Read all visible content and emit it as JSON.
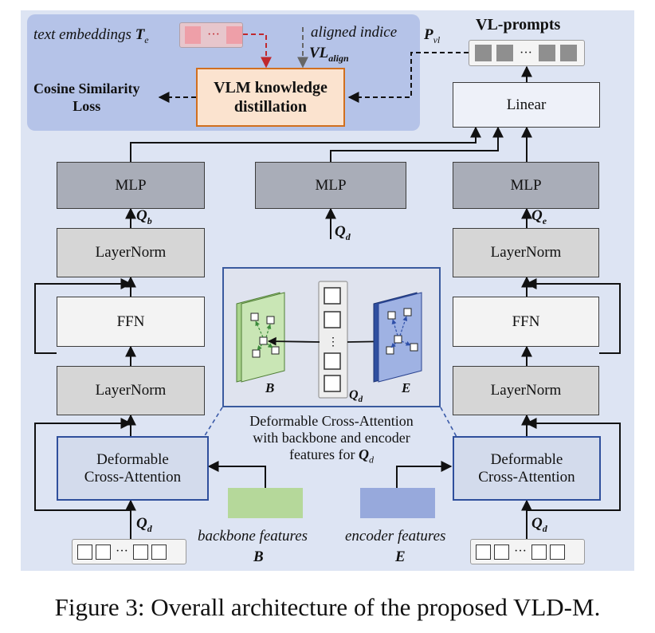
{
  "caption": "Figure 3: Overall architecture of the proposed VLD-M.",
  "top": {
    "text_embeddings_label": "text embeddings ",
    "text_embeddings_symbol": "T",
    "text_embeddings_sub": "e",
    "aligned_indice_label": "aligned indice",
    "vl_align_symbol": "VL",
    "vl_align_sub": "align",
    "p_vl_symbol": "P",
    "p_vl_sub": "vl",
    "vl_prompts_label": "VL-prompts",
    "vlm_box": [
      "VLM knowledge",
      "distillation"
    ],
    "cosine_loss": [
      "Cosine Similarity",
      "Loss"
    ],
    "linear_label": "Linear",
    "ellipsis": "···"
  },
  "left": {
    "mlp": "MLP",
    "q_out": "Q",
    "q_out_sub": "b",
    "layernorm_top": "LayerNorm",
    "ffn": "FFN",
    "layernorm_bottom": "LayerNorm",
    "dca": [
      "Deformable",
      "Cross-Attention"
    ],
    "q_in": "Q",
    "q_in_sub": "d",
    "ellipsis": "···"
  },
  "middle": {
    "mlp": "MLP",
    "q_in": "Q",
    "q_in_sub": "d",
    "inset_B": "B",
    "inset_E": "E",
    "inset_q": "Q",
    "inset_q_sub": "d",
    "inset_caption": [
      "Deformable Cross-Attention",
      "with backbone and encoder",
      "features for "
    ],
    "inset_caption_q": "Q",
    "inset_caption_q_sub": "d",
    "backbone_label": "backbone features",
    "backbone_symbol": "B",
    "encoder_label": "encoder features",
    "encoder_symbol": "E",
    "backbone_color": "#b5d89a",
    "encoder_color": "#97a9dc"
  },
  "right": {
    "mlp": "MLP",
    "q_out": "Q",
    "q_out_sub": "e",
    "layernorm_top": "LayerNorm",
    "ffn": "FFN",
    "layernorm_bottom": "LayerNorm",
    "dca": [
      "Deformable",
      "Cross-Attention"
    ],
    "q_in": "Q",
    "q_in_sub": "d",
    "ellipsis": "···"
  }
}
